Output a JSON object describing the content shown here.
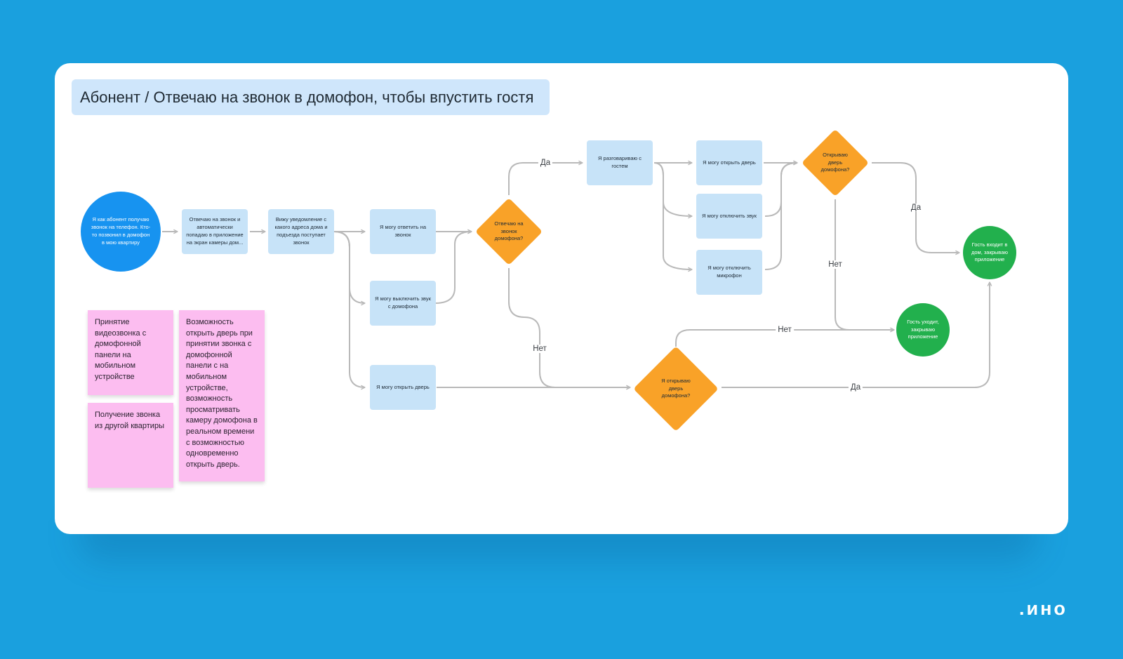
{
  "title": "Абонент / Отвечаю на звонок в домофон, чтобы впустить гостя",
  "nodes": {
    "start": "Я как абонент получаю звонок на телефон. Кто-то позвонил в домофон в мою квартиру",
    "answer_auto": "Отвечаю на звонок и автоматически попадаю в приложение на экран камеры дом...",
    "see_notification": "Вижу уведомление с какого адреса дома и подъезда поступает звонок",
    "can_answer": "Я могу ответить на звонок",
    "can_mute_intercom": "Я могу выключить звук с домофона",
    "can_open_door_1": "Я могу открыть дверь",
    "answered_decision": "Отвечаю на звонок домофона?",
    "talking_to_guest": "Я разговариваю с гостем",
    "can_open_door_2": "Я могу открыть дверь",
    "can_mute_sound": "Я могу отключить звук",
    "can_mute_mic": "Я могу отключить микрофон",
    "open_decision_top": "Открываю дверь домофона?",
    "open_decision_bottom": "Я открываю дверь домофона?",
    "guest_enters": "Гость входит в дом, закрываю приложение",
    "guest_leaves": "Гость уходит, закрываю приложение"
  },
  "edge_labels": {
    "answered_yes": "Да",
    "answered_no": "Нет",
    "top_yes": "Да",
    "top_no": "Нет",
    "bottom_no": "Нет",
    "bottom_yes": "Да"
  },
  "stickies": [
    "Принятие видеозвонка с домофонной панели на мобильном устройстве",
    "Возможность открыть дверь при принятии звонка с домофонной панели с на мобильном устройстве, возможность просматривать камеру домофона в реальном времени с возможностью одновременно открыть дверь.",
    "Получение звонка из другой квартиры"
  ],
  "logo": ".ино",
  "colors": {
    "background": "#1aa0de",
    "card": "#ffffff",
    "step_box": "#c7e3f8",
    "decision": "#f9a228",
    "start_node": "#1793f0",
    "end_node": "#22b04d",
    "sticky": "#fcbdf0",
    "connector": "#b9b9b9"
  }
}
